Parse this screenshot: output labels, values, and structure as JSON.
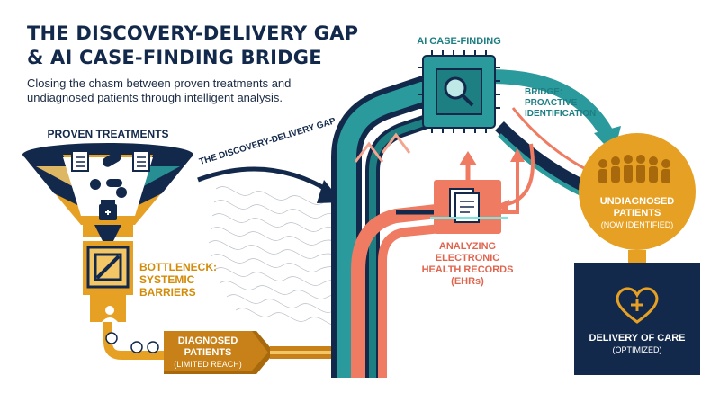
{
  "title": "THE DISCOVERY-DELIVERY GAP\n& AI CASE-FINDING BRIDGE",
  "subtitle": "Closing the chasm between proven treatments and undiagnosed patients through intelligent analysis.",
  "funnel": {
    "label": "PROVEN TREATMENTS"
  },
  "gap": {
    "label": "THE DISCOVERY-DELIVERY GAP"
  },
  "bottleneck": {
    "label_line1": "BOTTLENECK:",
    "label_line2": "SYSTEMIC",
    "label_line3": "BARRIERS"
  },
  "diagnosed": {
    "label_line1": "DIAGNOSED",
    "label_line2": "PATIENTS",
    "sublabel": "(LIMITED REACH)"
  },
  "ai": {
    "label": "AI CASE-FINDING"
  },
  "bridge": {
    "label_line1": "BRIDGE:",
    "label_line2": "PROACTIVE",
    "label_line3": "IDENTIFICATION"
  },
  "ehr": {
    "label_line1": "ANALYZING",
    "label_line2": "ELECTRONIC",
    "label_line3": "HEALTH RECORDS",
    "label_line4": "(EHRs)"
  },
  "undiagnosed": {
    "label_line1": "UNDIAGNOSED",
    "label_line2": "PATIENTS",
    "sublabel": "(NOW IDENTIFIED)"
  },
  "care": {
    "label_line1": "DELIVERY OF CARE",
    "sublabel": "(OPTIMIZED)"
  },
  "colors": {
    "navy": "#13294b",
    "gold": "#e6a124",
    "teal": "#2a9a9c",
    "coral": "#ee7b62"
  }
}
